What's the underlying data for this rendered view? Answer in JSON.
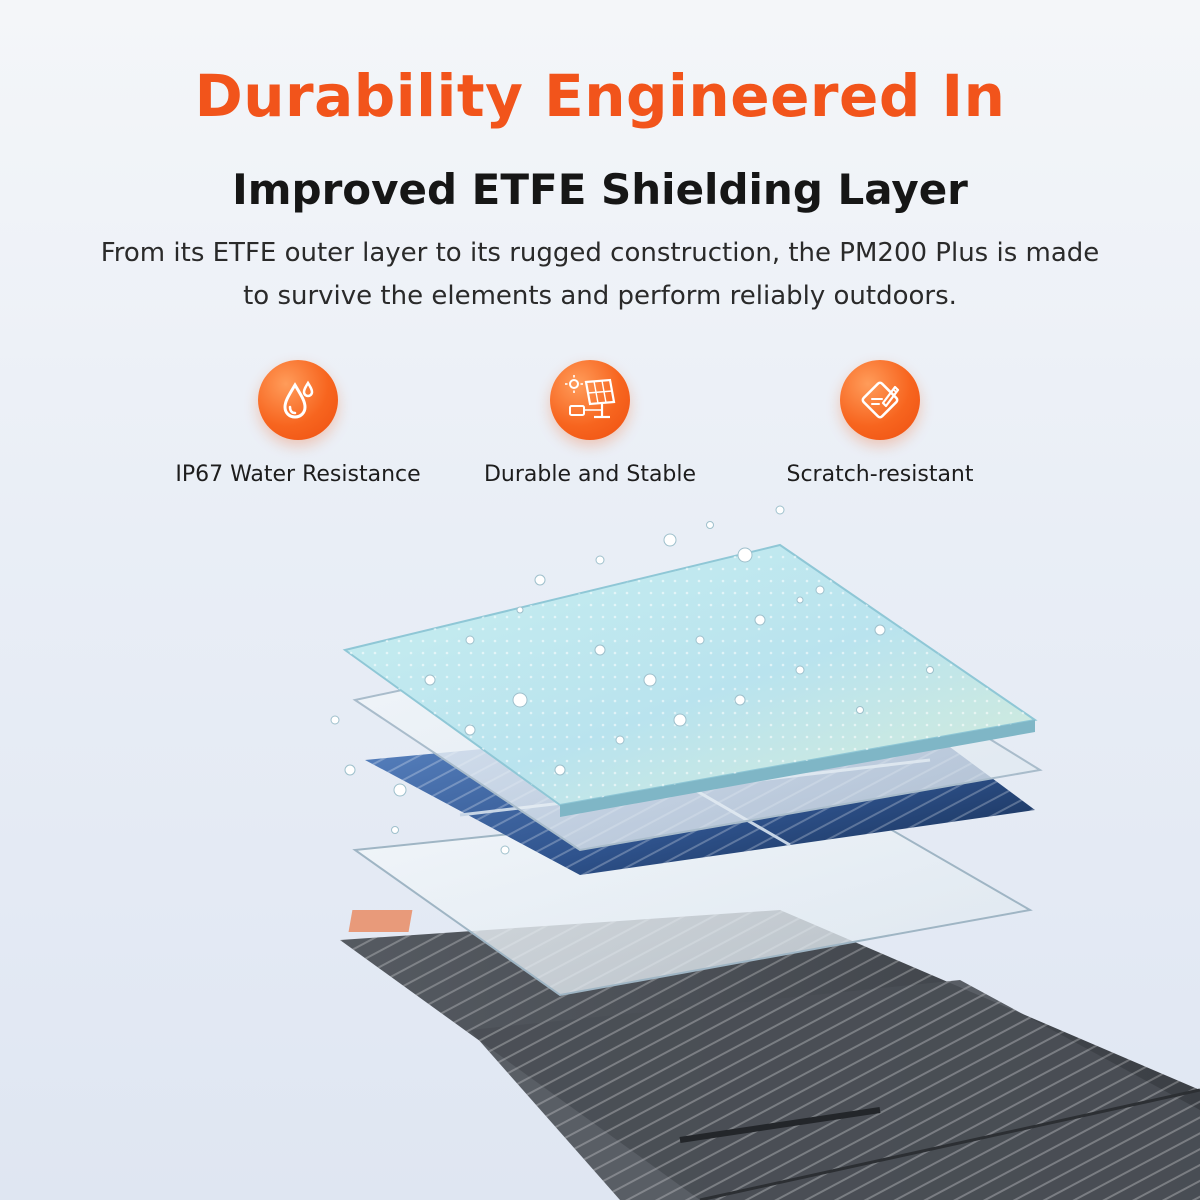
{
  "headline": "Durability Engineered In",
  "subheadline": "Improved ETFE Shielding Layer",
  "description": "From its ETFE outer layer to its rugged construction, the PM200 Plus is made to survive the elements and perform reliably outdoors.",
  "features": [
    {
      "icon": "water-drop-icon",
      "label": "IP67 Water Resistance"
    },
    {
      "icon": "solar-panel-icon",
      "label": "Durable and Stable"
    },
    {
      "icon": "scratch-shield-icon",
      "label": "Scratch-resistant"
    }
  ],
  "colors": {
    "accent": "#f2541b",
    "heading": "#161616",
    "panel_blue": "#2d4f86",
    "etfe_layer": "#bfe6ee"
  }
}
